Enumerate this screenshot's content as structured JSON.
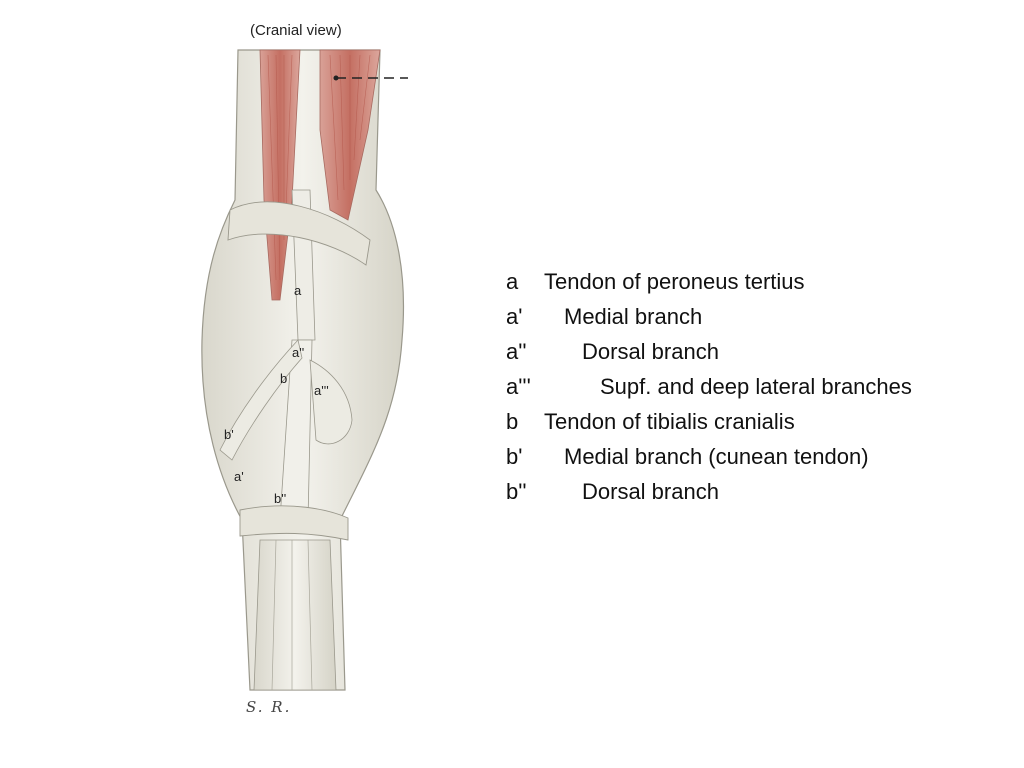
{
  "caption": "(Cranial view)",
  "signature": "S. R.",
  "figure_labels": {
    "a": "a",
    "a1": "a'",
    "a2": "a''",
    "a3": "a'''",
    "b": "b",
    "b1": "b'",
    "b2": "b''"
  },
  "legend": [
    {
      "letter": "a",
      "text": "Tendon of peroneus tertius"
    },
    {
      "letter": "a'",
      "text": "Medial branch"
    },
    {
      "letter": "a''",
      "text": "Dorsal branch"
    },
    {
      "letter": "a'''",
      "text": "Supf. and deep lateral branches"
    },
    {
      "letter": "b",
      "text": "Tendon of tibialis cranialis"
    },
    {
      "letter": "b'",
      "text": "Medial branch (cunean tendon)"
    },
    {
      "letter": "b''",
      "text": "Dorsal branch"
    }
  ],
  "colors": {
    "muscle": "#c77a6e",
    "tendon": "#ebe9df",
    "outline": "#9a988c"
  }
}
